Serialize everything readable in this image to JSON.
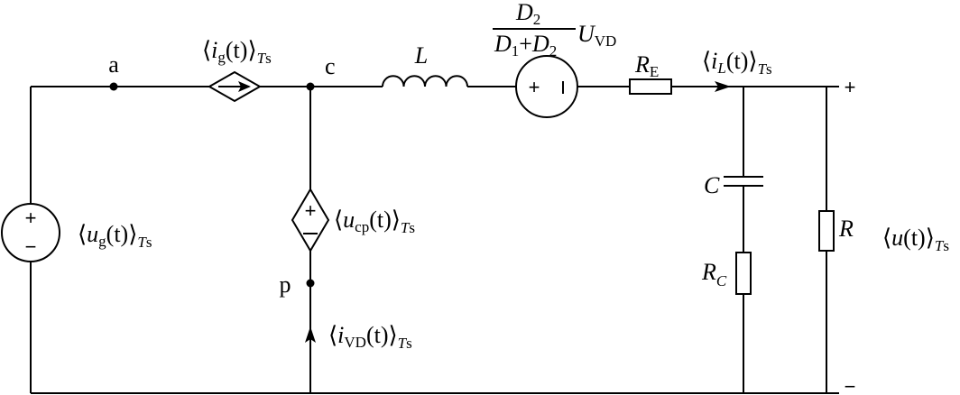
{
  "nodes": {
    "a": "a",
    "c": "c",
    "p": "p"
  },
  "components": {
    "inductor": {
      "symbol": "L"
    },
    "capacitor": {
      "symbol": "C"
    },
    "load_resistor": {
      "symbol": "R"
    },
    "esr_resistor": {
      "symbol": "R",
      "subscript": "C"
    },
    "series_resistor": {
      "symbol": "R",
      "subscript": "E"
    },
    "diode_voltage": {
      "numerator": {
        "symbol": "D",
        "subscript": "2"
      },
      "denominator": {
        "d1": "D",
        "d1_sub": "1",
        "plus": "+",
        "d2": "D",
        "d2_sub": "2"
      },
      "voltage": {
        "symbol": "U",
        "subscript": "VD"
      }
    }
  },
  "signals": {
    "ug": {
      "symbol": "u",
      "sub": "g",
      "arg": "(t)",
      "avg_sub": "T",
      "avg_sub2": "s"
    },
    "ig": {
      "symbol": "i",
      "sub": "g",
      "arg": "(t)",
      "avg_sub": "T",
      "avg_sub2": "s"
    },
    "ucp": {
      "symbol": "u",
      "sub": "cp",
      "arg": "(t)",
      "avg_sub": "T",
      "avg_sub2": "s"
    },
    "ivd": {
      "symbol": "i",
      "sub": "VD",
      "arg": "(t)",
      "avg_sub": "T",
      "avg_sub2": "s"
    },
    "iL": {
      "symbol": "i",
      "sub": "L",
      "arg": "(t)",
      "avg_sub": "T",
      "avg_sub2": "s"
    },
    "u": {
      "symbol": "u",
      "sub": "",
      "arg": "(t)",
      "avg_sub": "T",
      "avg_sub2": "s"
    }
  },
  "polarity": {
    "plus": "+",
    "minus": "−"
  },
  "brackets": {
    "open": "⟨",
    "close": "⟩"
  }
}
